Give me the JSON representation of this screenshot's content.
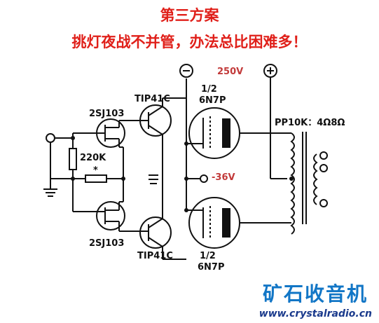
{
  "title_line1": "第三方案",
  "title_line2": "挑灯夜战不并管，办法总比困难多！",
  "labels": {
    "tip_top": "TIP41C",
    "tip_bottom": "TIP41C",
    "jfet_top": "2SJ103",
    "jfet_bottom": "2SJ103",
    "resistor": "220K",
    "star": "*",
    "tube_top_frac": "1/2",
    "tube_top_type": "6N7P",
    "tube_bottom_frac": "1/2",
    "tube_bottom_type": "6N7P",
    "voltage_plus": "250V",
    "voltage_minus": "-36V",
    "transformer": "PP10K：4Ω8Ω",
    "minus_sign": "−",
    "plus_sign": "+"
  },
  "brand": "矿石收音机",
  "url": "www.crystalradio.cn",
  "colors": {
    "title": "#e0201a",
    "voltage": "#c23a3a",
    "brand": "#1276c6",
    "line": "#111111"
  }
}
